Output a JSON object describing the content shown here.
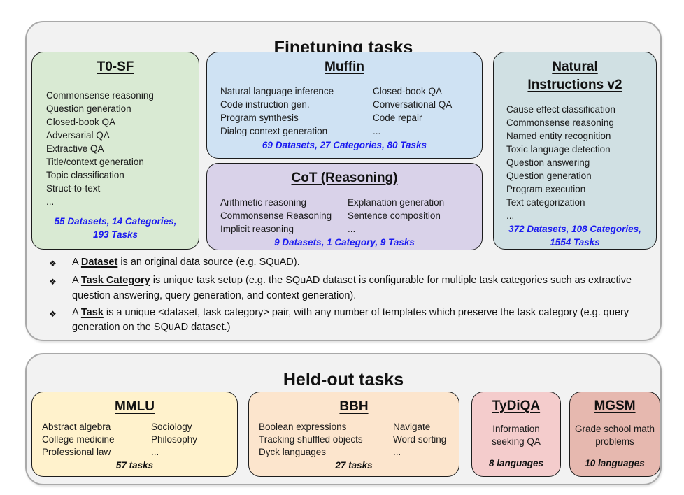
{
  "palette": {
    "panel_bg": "#f2f2f2",
    "panel_border": "#a9a9a9",
    "stats_blue": "#1b1bf0",
    "t0sf_green": "#d9ead3",
    "muffin_blue": "#cfe2f3",
    "cot_purple": "#d9d2e9",
    "niv2_teal": "#d0e0e3",
    "mmlu_yellow": "#fff2cc",
    "bbh_orange": "#fce5cd",
    "tydiqa_pink": "#f4cccc",
    "mgsm_salmon": "#e6b8af"
  },
  "finetuning": {
    "title": "Finetuning tasks",
    "boxes": {
      "t0sf": {
        "title": "T0-SF",
        "items": [
          "Commonsense reasoning",
          "Question generation",
          "Closed-book QA",
          "Adversarial QA",
          "Extractive QA",
          "Title/context generation",
          "Topic classification",
          "Struct-to-text",
          "..."
        ],
        "stats": [
          "55 Datasets, 14 Categories,",
          "193 Tasks"
        ],
        "color": "#d9ead3"
      },
      "muffin": {
        "title": "Muffin",
        "items_left": [
          "Natural language inference",
          "Code instruction gen.",
          "Program synthesis",
          "Dialog context generation"
        ],
        "items_right": [
          "Closed-book QA",
          "Conversational QA",
          "Code repair",
          "..."
        ],
        "stats": [
          "69 Datasets, 27 Categories, 80 Tasks"
        ],
        "color": "#cfe2f3"
      },
      "cot": {
        "title": "CoT (Reasoning)",
        "items_left": [
          "Arithmetic reasoning",
          "Commonsense Reasoning",
          "Implicit reasoning"
        ],
        "items_right": [
          "Explanation generation",
          "Sentence composition",
          "..."
        ],
        "stats": [
          "9 Datasets, 1 Category, 9 Tasks"
        ],
        "color": "#d9d2e9"
      },
      "niv2": {
        "title": "Natural Instructions v2",
        "items": [
          "Cause effect classification",
          "Commonsense reasoning",
          "Named entity recognition",
          "Toxic language detection",
          "Question answering",
          "Question generation",
          "Program execution",
          "Text categorization",
          "..."
        ],
        "stats": [
          "372 Datasets, 108 Categories,",
          "1554 Tasks"
        ],
        "color": "#d0e0e3"
      }
    },
    "bullets": [
      {
        "glyph": "❖",
        "pre": "A ",
        "term": "Dataset",
        "rest": " is an original data source (e.g. SQuAD)."
      },
      {
        "glyph": "❖",
        "pre": "A ",
        "term": "Task Category",
        "rest": " is unique task setup (e.g. the SQuAD dataset is configurable for multiple task categories such as extractive question answering, query generation, and context generation)."
      },
      {
        "glyph": "❖",
        "pre": "A ",
        "term": "Task",
        "rest": " is a unique <dataset, task category> pair, with any number of templates which preserve the task category (e.g. query generation on the SQuAD dataset.)"
      }
    ]
  },
  "heldout": {
    "title": "Held-out tasks",
    "boxes": {
      "mmlu": {
        "title": "MMLU",
        "items_left": [
          "Abstract algebra",
          "College medicine",
          "Professional law"
        ],
        "items_right": [
          "Sociology",
          "Philosophy",
          "..."
        ],
        "stats": [
          "57 tasks"
        ],
        "color": "#fff2cc"
      },
      "bbh": {
        "title": "BBH",
        "items_left": [
          "Boolean expressions",
          "Tracking shuffled objects",
          "Dyck languages"
        ],
        "items_right": [
          "Navigate",
          "Word sorting",
          "..."
        ],
        "stats": [
          "27 tasks"
        ],
        "color": "#fce5cd"
      },
      "tydiqa": {
        "title": "TyDiQA",
        "body": "Information seeking QA",
        "stats": [
          "8 languages"
        ],
        "color": "#f4cccc"
      },
      "mgsm": {
        "title": "MGSM",
        "body": "Grade school math problems",
        "stats": [
          "10 languages"
        ],
        "color": "#e6b8af"
      }
    }
  }
}
